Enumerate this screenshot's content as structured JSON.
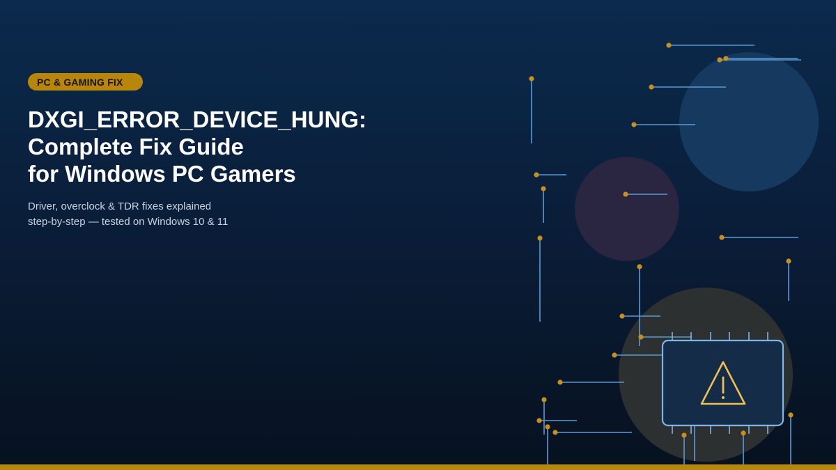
{
  "badge": {
    "label": "PC & GAMING FIX"
  },
  "headline": {
    "line1": "DXGI_ERROR_DEVICE_HUNG:",
    "line2": "Complete Fix Guide",
    "line3": "for Windows PC Gamers"
  },
  "subtitle": {
    "line1": "Driver, overclock & TDR fixes explained",
    "line2": "step-by-step — tested on Windows 10 & 11"
  },
  "colors": {
    "accent_gold": "#b8860b",
    "node_gold": "#c8901a",
    "trace_blue": "#5b9bd5",
    "chip_outline": "#7fb6e6",
    "warning_yellow": "#f0c050",
    "background_top": "#0b2a4d",
    "background_bottom": "#07111f"
  },
  "icons": {
    "gpu_chip": "gpu-chip-icon",
    "warning": "warning-triangle-icon"
  }
}
